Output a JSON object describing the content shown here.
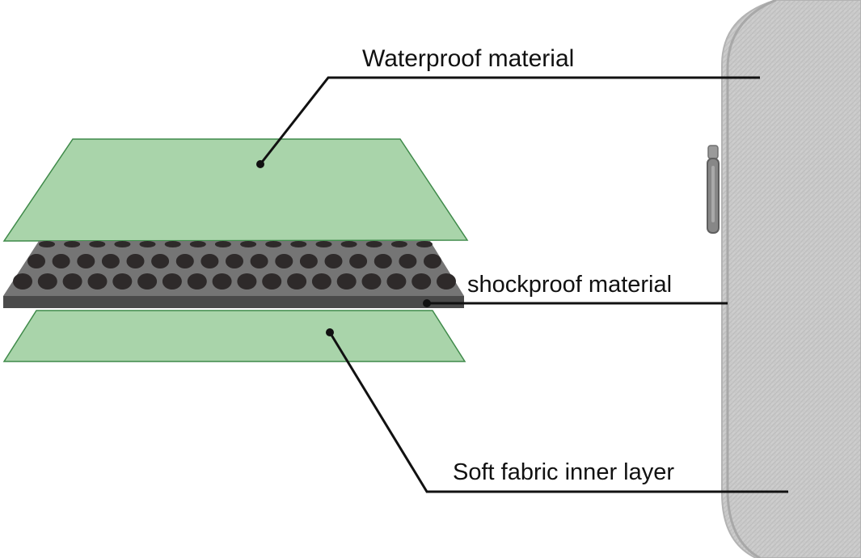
{
  "labels": {
    "waterproof": "Waterproof material",
    "shockproof": "shockproof material",
    "inner": "Soft fabric inner layer"
  },
  "colors": {
    "layer_green": "#a9d4aa",
    "layer_green_edge": "#3f8a4a",
    "shock_top": "#757575",
    "shock_side": "#4a4a4a",
    "shock_dot": "#2e2a2a",
    "leader_line": "#111111",
    "sleeve_fabric": "#c9c9c9",
    "sleeve_edge": "#b5b5b5"
  },
  "icons": {
    "zipper": "zipper-pull-icon"
  }
}
